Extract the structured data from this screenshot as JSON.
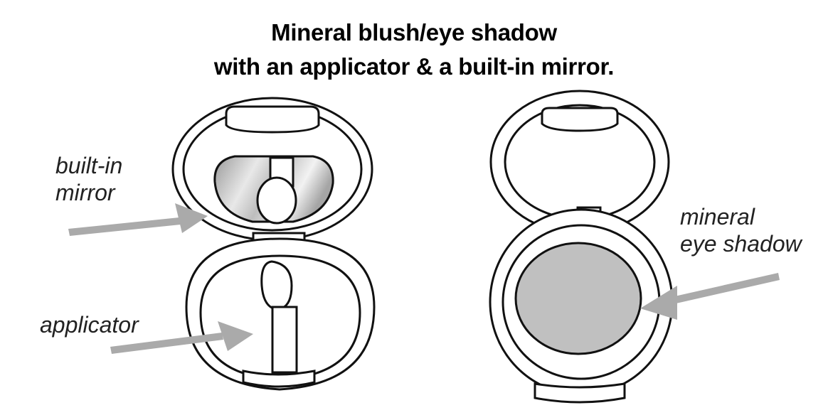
{
  "title": {
    "line1": "Mineral blush/eye shadow",
    "line2": "with an applicator & a built-in mirror."
  },
  "labels": {
    "mirror_line1": "built-in",
    "mirror_line2": "mirror",
    "applicator": "applicator",
    "shadow_line1": "mineral",
    "shadow_line2": "eye shadow"
  },
  "colors": {
    "outline": "#111111",
    "arrow": "#aaaaaa",
    "powder": "#c0c0c0",
    "mirror": "#cfcfcf",
    "background": "#ffffff"
  }
}
